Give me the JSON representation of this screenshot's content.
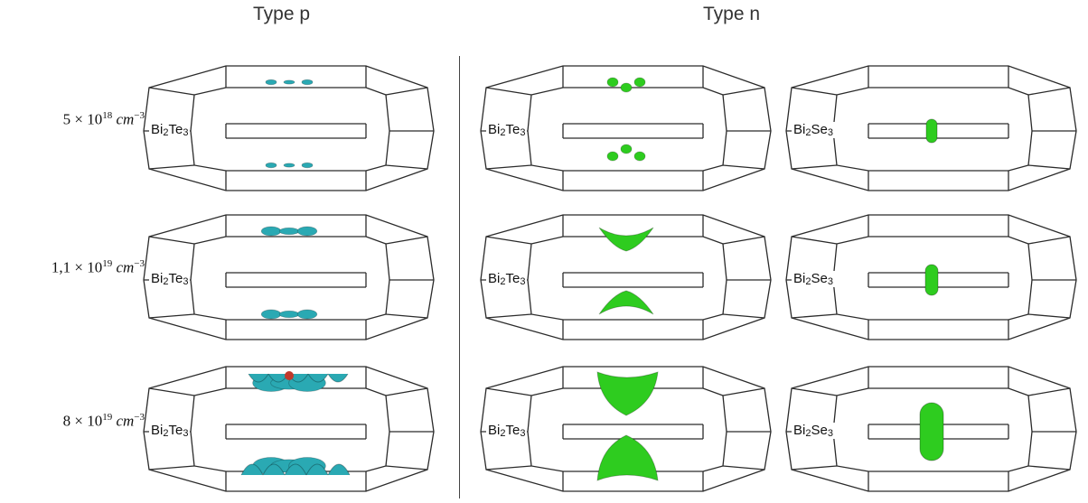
{
  "headers": {
    "type_p": "Type p",
    "type_n": "Type n"
  },
  "rows": [
    {
      "mantissa": "5",
      "exponent": "18",
      "unit": "cm",
      "unit_exp": "−3"
    },
    {
      "mantissa": "1,1",
      "exponent": "19",
      "unit": "cm",
      "unit_exp": "−3"
    },
    {
      "mantissa": "8",
      "exponent": "19",
      "unit": "cm",
      "unit_exp": "−3"
    }
  ],
  "times_symbol": "×",
  "base": "10",
  "materials": {
    "bi2te3": {
      "a": "Bi",
      "a_sub": "2",
      "b": "Te",
      "b_sub": "3"
    },
    "bi2se3": {
      "a": "Bi",
      "a_sub": "2",
      "b": "Se",
      "b_sub": "3"
    }
  },
  "colors": {
    "type_p_surface": "#2aa9b3",
    "type_n_surface": "#2ecc1f",
    "edge": "#2b2b2b",
    "hotspot": "#c0392b"
  }
}
